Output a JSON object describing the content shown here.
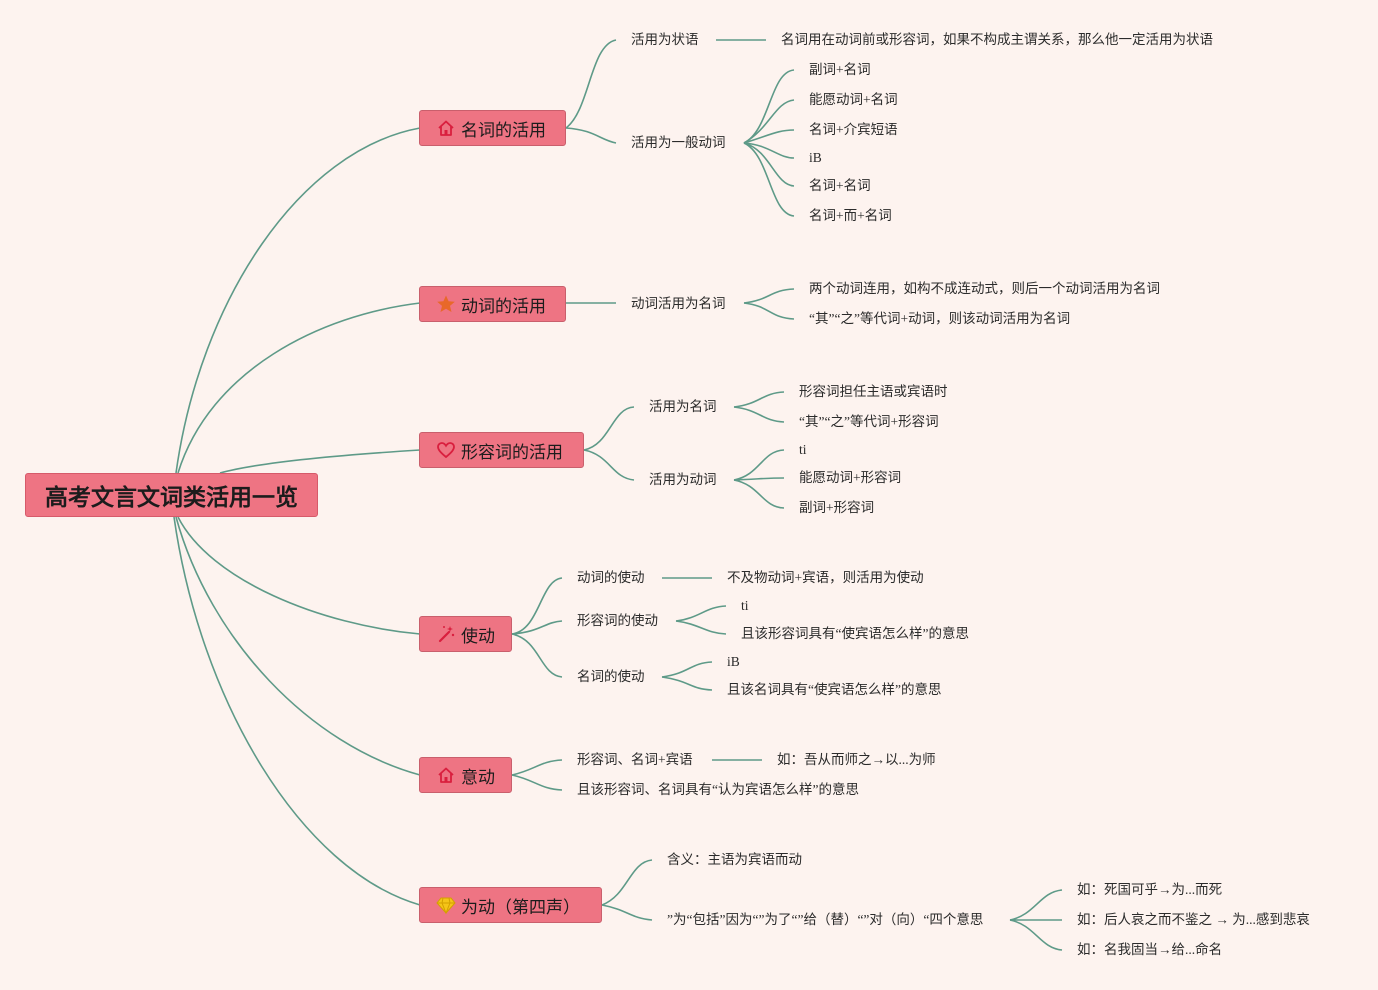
{
  "root": "高考文言文词类活用一览",
  "branches": {
    "noun": {
      "label": "名词的活用",
      "icon": "house-icon",
      "adverbial": "活用为状语",
      "adverbial_rule": "名词用在动词前或形容词，如果不构成主谓关系，那么他一定活用为状语",
      "verb": "活用为一般动词",
      "verb_patterns": [
        "副词+名词",
        "能愿动词+名词",
        "名词+介宾短语",
        "iB",
        "名词+名词",
        "名词+而+名词"
      ]
    },
    "verb": {
      "label": "动词的活用",
      "icon": "star-icon",
      "as_noun": "动词活用为名词",
      "rules": [
        "两个动词连用，如构不成连动式，则后一个动词活用为名词",
        "“其”“之”等代词+动词，则该动词活用为名词"
      ]
    },
    "adj": {
      "label": "形容词的活用",
      "icon": "heart-icon",
      "as_noun": "活用为名词",
      "noun_rules": [
        "形容词担任主语或宾语时",
        "“其”“之”等代词+形容词"
      ],
      "as_verb": "活用为动词",
      "verb_rules": [
        "ti",
        "能愿动词+形容词",
        "副词+形容词"
      ]
    },
    "causative": {
      "label": "使动",
      "icon": "magic-wand-icon",
      "verb": "动词的使动",
      "verb_rule": "不及物动词+宾语，则活用为使动",
      "adj": "形容词的使动",
      "adj_rules": [
        "ti",
        "且该形容词具有“使宾语怎么样”的意思"
      ],
      "noun": "名词的使动",
      "noun_rules": [
        "iB",
        "且该名词具有“使宾语怎么样”的意思"
      ]
    },
    "putative": {
      "label": "意动",
      "icon": "house-icon",
      "pattern": "形容词、名词+宾语",
      "example": "如：吾从而师之→以...为师",
      "meaning": "且该形容词、名词具有“认为宾语怎么样”的意思"
    },
    "weidong": {
      "label": "为动（第四声）",
      "icon": "diamond-icon",
      "meaning": "含义：主语为宾语而动",
      "senses": "”为“包括”因为“”为了“”给（替）“”对（向）“四个意思",
      "examples": [
        "如：死国可乎→为...而死",
        "如：后人哀之而不鉴之 → 为...感到悲哀",
        "如：名我固当→给...命名"
      ]
    }
  },
  "colors": {
    "background": "#fdf3ef",
    "node_fill": "#ee7483",
    "link": "#5e9a88"
  }
}
